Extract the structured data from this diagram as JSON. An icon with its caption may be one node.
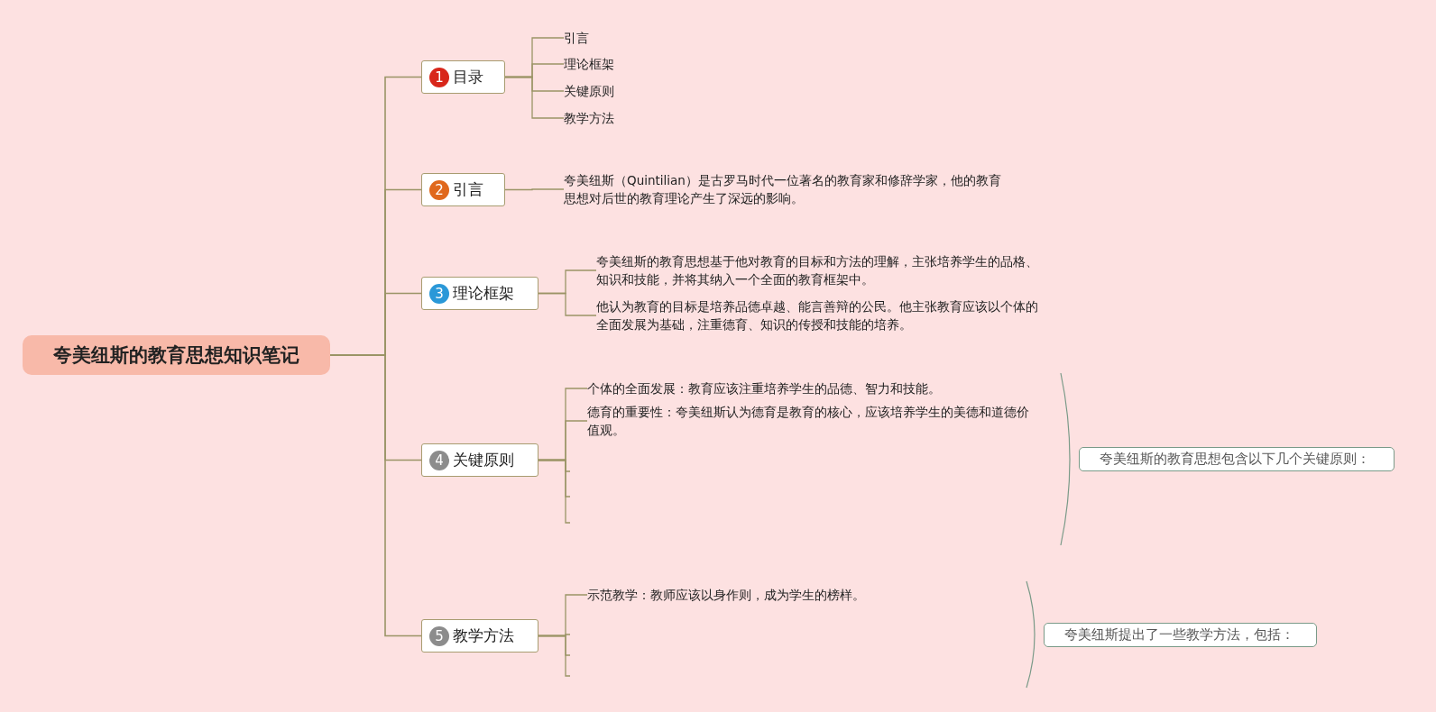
{
  "diagram": {
    "nodes": [
      {
        "text": [
          "夸美纽斯的教育思想知识笔记"
        ]
      },
      {
        "text": [
          "1",
          "目录"
        ]
      },
      {
        "text": [
          "2",
          "引言"
        ]
      },
      {
        "text": [
          "3",
          "理论框架"
        ]
      },
      {
        "text": [
          "4",
          "关键原则"
        ]
      },
      {
        "text": [
          "5",
          "教学方法"
        ]
      },
      {
        "text": [
          "引言"
        ]
      },
      {
        "text": [
          "理论框架"
        ]
      },
      {
        "text": [
          "关键原则"
        ]
      },
      {
        "text": [
          "教学方法"
        ]
      },
      {
        "text": [
          "夸美纽斯（Quintilian）是古罗马时代一位著名的教育家和修辞学家，他的教育思想对后世的教育理论产生了深远的影响。"
        ]
      },
      {
        "text": [
          "夸美纽斯的教育思想基于他对教育的目标和方法的理解，主张培养学生的品格、知识和技能，并将其纳入一个全面的教育框架中。"
        ]
      },
      {
        "text": [
          "他认为教育的目标是培养品德卓越、能言善辩的公民。他主张教育应该以个体的全面发展为基础，注重德育、知识的传授和技能的培养。"
        ]
      },
      {
        "text": [
          "个体的全面发展：教育应该注重培养学生的品德、智力和技能。"
        ]
      },
      {
        "text": [
          "德育的重要性：夸美纽斯认为德育是教育的核心，应该培养学生的美德和道德价值观。"
        ]
      },
      {
        "text": [
          "示范教学：教师应该以身作则，成为学生的榜样。"
        ]
      },
      {
        "text": [
          "夸美纽斯的教育思想包含以下几个关键原则："
        ]
      },
      {
        "text": [
          "夸美纽斯提出了一些教学方法，包括："
        ]
      }
    ],
    "edges": [
      {
        "from": 0,
        "to": 1,
        "arrow": "none"
      },
      {
        "from": 0,
        "to": 2,
        "arrow": "none"
      },
      {
        "from": 0,
        "to": 3,
        "arrow": "none"
      },
      {
        "from": 0,
        "to": 4,
        "arrow": "none"
      },
      {
        "from": 0,
        "to": 5,
        "arrow": "none"
      },
      {
        "from": 1,
        "to": 6,
        "arrow": "none"
      },
      {
        "from": 1,
        "to": 7,
        "arrow": "none"
      },
      {
        "from": 1,
        "to": 8,
        "arrow": "none"
      },
      {
        "from": 1,
        "to": 9,
        "arrow": "none"
      },
      {
        "from": 2,
        "to": 10,
        "arrow": "none"
      },
      {
        "from": 3,
        "to": 11,
        "arrow": "none"
      },
      {
        "from": 3,
        "to": 12,
        "arrow": "none"
      },
      {
        "from": 4,
        "to": 13,
        "arrow": "none"
      },
      {
        "from": 4,
        "to": 14,
        "arrow": "none"
      },
      {
        "from": 4,
        "to": null,
        "arrow": "none"
      },
      {
        "from": 4,
        "to": null,
        "arrow": "none"
      },
      {
        "from": 4,
        "to": null,
        "arrow": "none"
      },
      {
        "from": 5,
        "to": 15,
        "arrow": "none"
      },
      {
        "from": 5,
        "to": null,
        "arrow": "none"
      },
      {
        "from": 5,
        "to": null,
        "arrow": "none"
      },
      {
        "from": 5,
        "to": null,
        "arrow": "none"
      }
    ]
  }
}
